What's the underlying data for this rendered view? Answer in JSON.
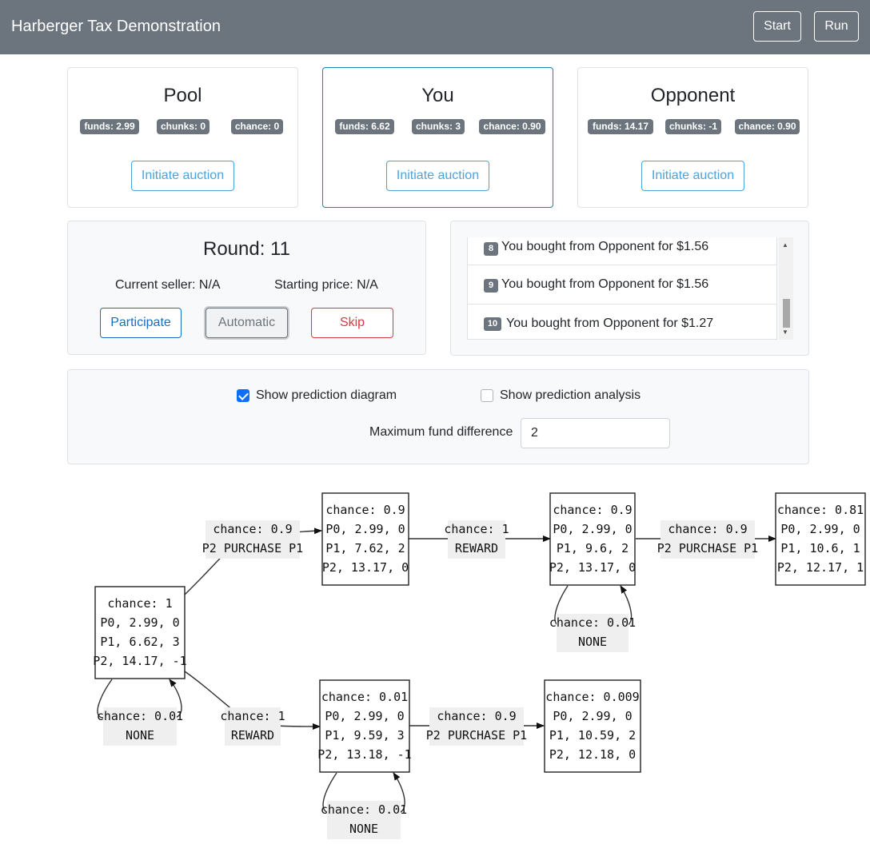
{
  "header": {
    "title": "Harberger Tax Demonstration",
    "start_label": "Start",
    "run_label": "Run"
  },
  "players": [
    {
      "name": "Pool",
      "funds": "funds: 2.99",
      "chunks": "chunks: 0",
      "chance": "chance: 0",
      "action": "Initiate auction"
    },
    {
      "name": "You",
      "funds": "funds: 6.62",
      "chunks": "chunks: 3",
      "chance": "chance: 0.90",
      "action": "Initiate auction"
    },
    {
      "name": "Opponent",
      "funds": "funds: 14.17",
      "chunks": "chunks: -1",
      "chance": "chance: 0.90",
      "action": "Initiate auction"
    }
  ],
  "round": {
    "title": "Round: 11",
    "current_seller": "Current seller: N/A",
    "starting_price": "Starting price: N/A",
    "participate_label": "Participate",
    "automatic_label": "Automatic",
    "skip_label": "Skip"
  },
  "log": [
    {
      "num": "8",
      "text": "You bought from Opponent for $1.56"
    },
    {
      "num": "9",
      "text": "You bought from Opponent for $1.56"
    },
    {
      "num": "10",
      "text": "You bought from Opponent for $1.27"
    }
  ],
  "options": {
    "show_diagram_label": "Show prediction diagram",
    "show_diagram_checked": true,
    "show_analysis_label": "Show prediction analysis",
    "show_analysis_checked": false,
    "max_fund_label": "Maximum fund difference",
    "max_fund_value": "2"
  },
  "diagram": {
    "nodes": [
      {
        "id": "n0",
        "lines": [
          "chance: 1",
          "P0, 2.99, 0",
          "P1, 6.62, 3",
          "P2, 14.17, -1"
        ]
      },
      {
        "id": "n1",
        "lines": [
          "chance: 0.9",
          "P0, 2.99, 0",
          "P1, 7.62, 2",
          "P2, 13.17, 0"
        ]
      },
      {
        "id": "n2",
        "lines": [
          "chance: 0.9",
          "P0, 2.99, 0",
          "P1, 9.6, 2",
          "P2, 13.17, 0"
        ]
      },
      {
        "id": "n3",
        "lines": [
          "chance: 0.81",
          "P0, 2.99, 0",
          "P1, 10.6, 1",
          "P2, 12.17, 1"
        ]
      },
      {
        "id": "n4",
        "lines": [
          "chance: 0.01",
          "P0, 2.99, 0",
          "P1, 9.59, 3",
          "P2, 13.18, -1"
        ]
      },
      {
        "id": "n5",
        "lines": [
          "chance: 0.009",
          "P0, 2.99, 0",
          "P1, 10.59, 2",
          "P2, 12.18, 0"
        ]
      }
    ],
    "edges": [
      {
        "from": "n0",
        "to": "n1",
        "lines": [
          "chance: 0.9",
          "P2 PURCHASE P1"
        ]
      },
      {
        "from": "n1",
        "to": "n2",
        "lines": [
          "chance: 1",
          "REWARD"
        ]
      },
      {
        "from": "n2",
        "to": "n3",
        "lines": [
          "chance: 0.9",
          "P2 PURCHASE P1"
        ]
      },
      {
        "from": "n2",
        "to": "n2",
        "lines": [
          "chance: 0.01",
          "NONE"
        ]
      },
      {
        "from": "n0",
        "to": "n0",
        "lines": [
          "chance: 0.01",
          "NONE"
        ]
      },
      {
        "from": "n0",
        "to": "n4",
        "lines": [
          "chance: 1",
          "REWARD"
        ]
      },
      {
        "from": "n4",
        "to": "n5",
        "lines": [
          "chance: 0.9",
          "P2 PURCHASE P1"
        ]
      },
      {
        "from": "n4",
        "to": "n4",
        "lines": [
          "chance: 0.01",
          "NONE"
        ]
      }
    ]
  }
}
